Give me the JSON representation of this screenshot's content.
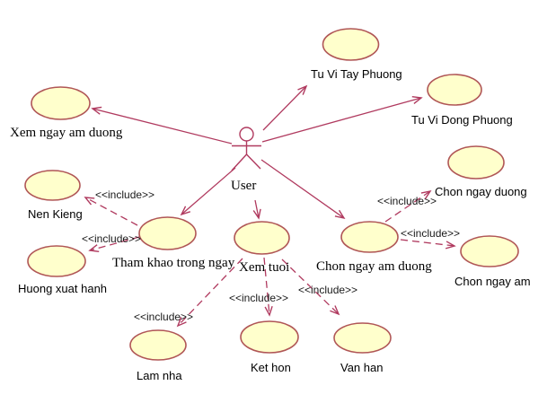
{
  "diagram": {
    "type": "uml-use-case",
    "colors": {
      "background": "#ffffff",
      "node_fill": "#ffffcc",
      "node_border": "#b05656",
      "line": "#b03a5f",
      "text": "#000000"
    },
    "actor": {
      "label": "User"
    },
    "include_label": "<<include>>",
    "nodes": [
      {
        "label": "Xem ngay am duong"
      },
      {
        "label": "Tu Vi Tay Phuong"
      },
      {
        "label": "Tu Vi Dong Phuong"
      },
      {
        "label": "Chon ngay duong"
      },
      {
        "label": "Nen Kieng"
      },
      {
        "label": "Tham khao trong ngay"
      },
      {
        "label": "Huong xuat hanh"
      },
      {
        "label": "Xem tuoi"
      },
      {
        "label": "Chon ngay am duong"
      },
      {
        "label": "Chon ngay am"
      },
      {
        "label": "Lam nha"
      },
      {
        "label": "Ket hon"
      },
      {
        "label": "Van han"
      }
    ],
    "edges": [
      {
        "from": "User",
        "to": "Xem ngay am duong",
        "type": "association"
      },
      {
        "from": "User",
        "to": "Tu Vi Tay Phuong",
        "type": "association"
      },
      {
        "from": "User",
        "to": "Tu Vi Dong Phuong",
        "type": "association"
      },
      {
        "from": "User",
        "to": "Tham khao trong ngay",
        "type": "association"
      },
      {
        "from": "User",
        "to": "Xem tuoi",
        "type": "association"
      },
      {
        "from": "User",
        "to": "Chon ngay am duong",
        "type": "association"
      },
      {
        "from": "Tham khao trong ngay",
        "to": "Nen Kieng",
        "type": "include"
      },
      {
        "from": "Tham khao trong ngay",
        "to": "Huong xuat hanh",
        "type": "include"
      },
      {
        "from": "Xem tuoi",
        "to": "Lam nha",
        "type": "include"
      },
      {
        "from": "Xem tuoi",
        "to": "Ket hon",
        "type": "include"
      },
      {
        "from": "Xem tuoi",
        "to": "Van han",
        "type": "include"
      },
      {
        "from": "Chon ngay am duong",
        "to": "Chon ngay duong",
        "type": "include"
      },
      {
        "from": "Chon ngay am duong",
        "to": "Chon ngay am",
        "type": "include"
      }
    ]
  }
}
